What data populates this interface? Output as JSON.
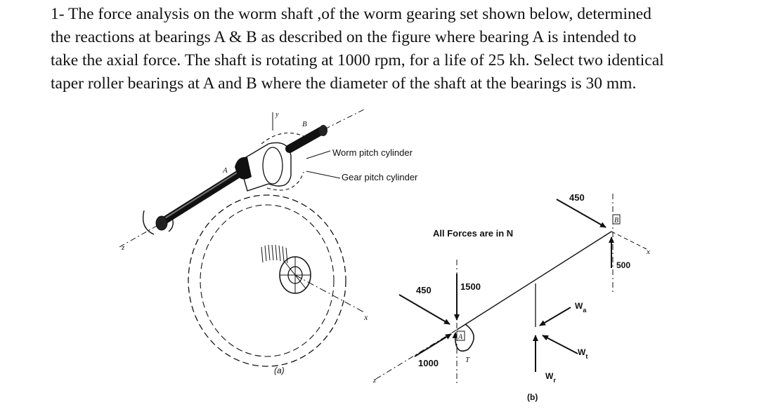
{
  "problem": {
    "lines": [
      "1- The force analysis on the worm shaft ,of the worm gearing set shown below, determined",
      "the reactions at bearings A & B as described on the figure where bearing A is intended to",
      "take the axial force. The shaft is rotating at 1000 rpm, for a life of 25 kh. Select two identical",
      "taper roller bearings at A and B where the diameter of the shaft at the bearings is 30 mm."
    ]
  },
  "figure_a": {
    "label": "(a)",
    "axis_y": "y",
    "axis_z": "z",
    "axis_x": "x",
    "bearing_a": "A",
    "bearing_b": "B",
    "worm_label": "Worm pitch cylinder",
    "gear_label": "Gear pitch cylinder"
  },
  "figure_b": {
    "label": "(b)",
    "units_note": "All Forces are in  N",
    "force_450_a": "450",
    "force_1500": "1500",
    "force_1000": "1000",
    "force_450_b": "450",
    "force_500": "500",
    "torque": "T",
    "bearing_a": "A",
    "bearing_b": "B",
    "axis_x": "x",
    "axis_z": "z",
    "wa_main": "W",
    "wa_sub": "a",
    "wt_main": "W",
    "wt_sub": "t",
    "wr_main": "W",
    "wr_sub": "r"
  }
}
